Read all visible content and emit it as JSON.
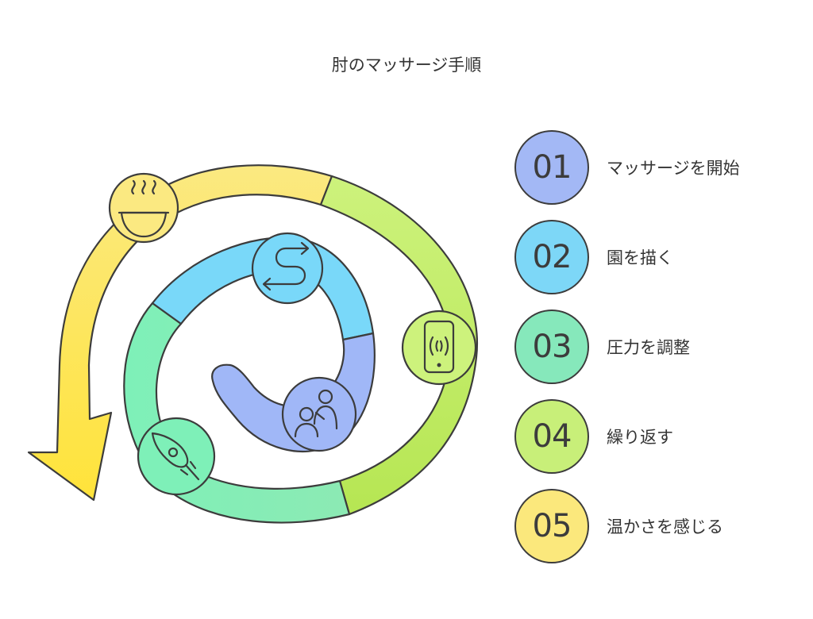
{
  "title": "肘のマッサージ手順",
  "steps": [
    {
      "number": "01",
      "label": "マッサージを開始",
      "color": "#a3b8f5"
    },
    {
      "number": "02",
      "label": "園を描く",
      "color": "#7dd7f7"
    },
    {
      "number": "03",
      "label": "圧力を調整",
      "color": "#86e8bb"
    },
    {
      "number": "04",
      "label": "繰り返す",
      "color": "#c8ef79"
    },
    {
      "number": "05",
      "label": "温かさを感じる",
      "color": "#fbe87c"
    }
  ],
  "icons": [
    "bowl-steam-icon",
    "phone-vibrate-icon",
    "s-curve-arrows-icon",
    "feather-icon",
    "people-massage-icon"
  ]
}
